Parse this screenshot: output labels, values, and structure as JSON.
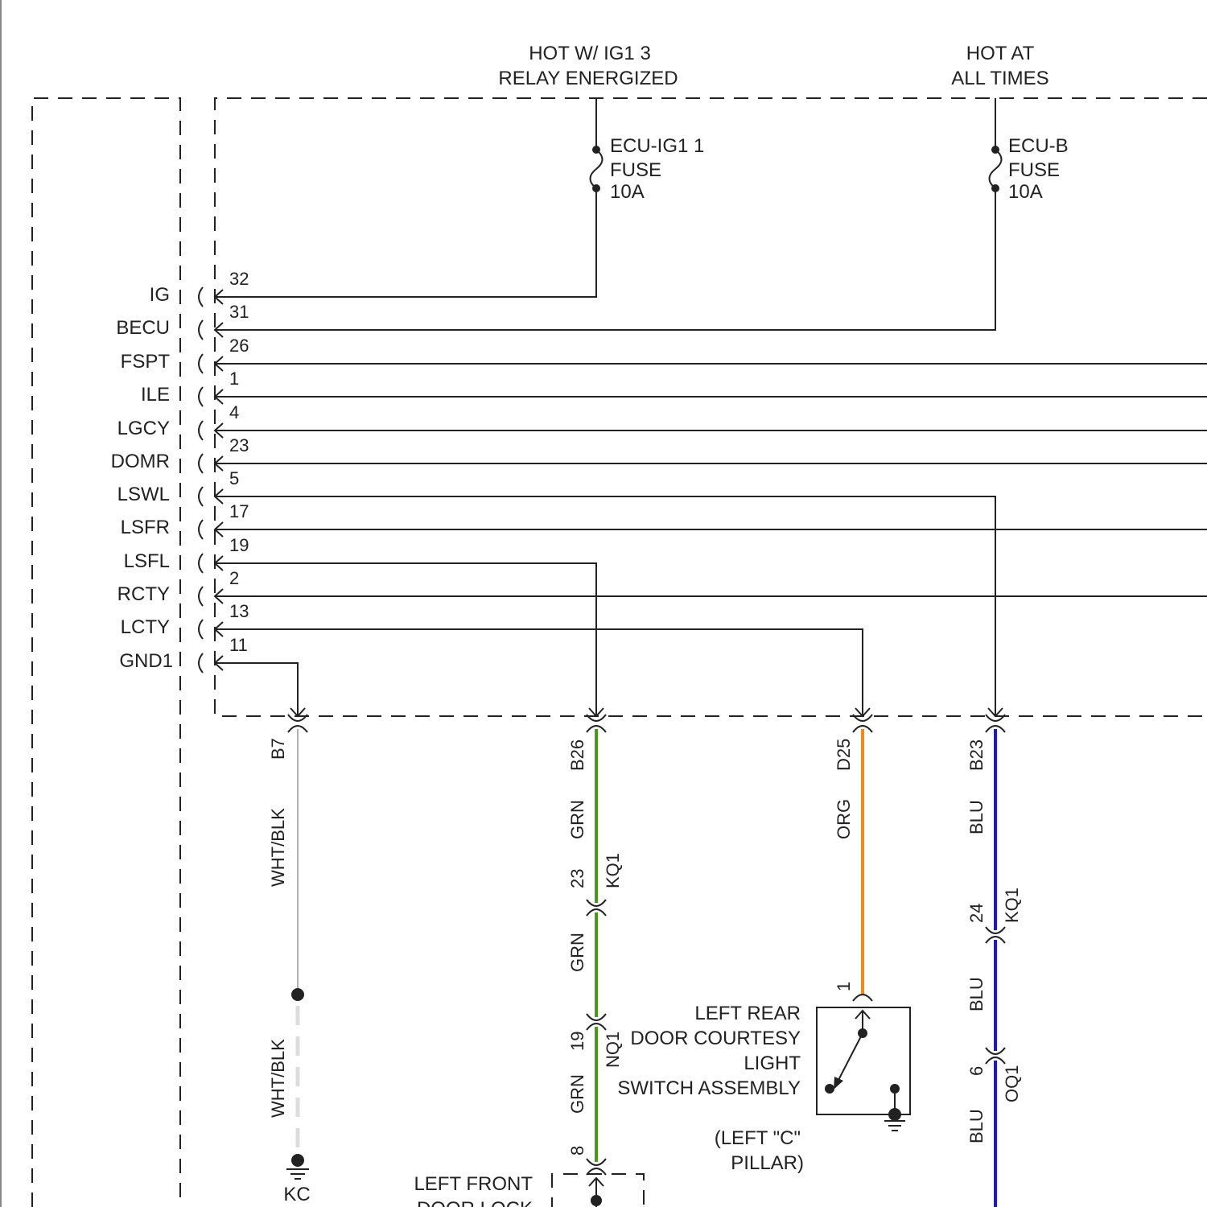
{
  "colors": {
    "line": "#222222",
    "wht_blk": "#b0b0b0",
    "grn": "#4a9a1a",
    "org": "#ee8a1e",
    "blu": "#1717d8"
  },
  "supplies": {
    "ig1_line1": "HOT W/ IG1 3",
    "ig1_line2": "RELAY ENERGIZED",
    "batt_line1": "HOT AT",
    "batt_line2": "ALL TIMES"
  },
  "fuses": {
    "ig1": {
      "name": "ECU-IG1 1",
      "kind": "FUSE",
      "rating": "10A"
    },
    "ecub": {
      "name": "ECU-B",
      "kind": "FUSE",
      "rating": "10A"
    }
  },
  "pins": [
    {
      "label": "IG",
      "num": "32"
    },
    {
      "label": "BECU",
      "num": "31"
    },
    {
      "label": "FSPT",
      "num": "26"
    },
    {
      "label": "ILE",
      "num": "1"
    },
    {
      "label": "LGCY",
      "num": "4"
    },
    {
      "label": "DOMR",
      "num": "23"
    },
    {
      "label": "LSWL",
      "num": "5"
    },
    {
      "label": "LSFR",
      "num": "17"
    },
    {
      "label": "LSFL",
      "num": "19"
    },
    {
      "label": "RCTY",
      "num": "2"
    },
    {
      "label": "LCTY",
      "num": "13"
    },
    {
      "label": "GND1",
      "num": "11"
    }
  ],
  "wires": {
    "b7": {
      "connector": "B7",
      "color1": "WHT/BLK",
      "color2": "WHT/BLK",
      "ground": "KC"
    },
    "b26": {
      "connector": "B26",
      "color1": "GRN",
      "color2": "GRN",
      "color3": "GRN",
      "kq1_pin": "23",
      "kq1": "KQ1",
      "nq1_pin": "19",
      "nq1": "NQ1",
      "end_pin": "8"
    },
    "d25": {
      "connector": "D25",
      "color": "ORG",
      "switch_pin": "1"
    },
    "b23": {
      "connector": "B23",
      "color1": "BLU",
      "color2": "BLU",
      "color3": "BLU",
      "kq1_pin": "24",
      "kq1": "KQ1",
      "oq1_pin": "6",
      "oq1": "OQ1"
    }
  },
  "switch_assembly": {
    "line1": "LEFT REAR",
    "line2": "DOOR COURTESY",
    "line3": "LIGHT",
    "line4": "SWITCH ASSEMBLY",
    "loc1": "(LEFT \"C\"",
    "loc2": "PILLAR)"
  },
  "front_lock": {
    "line1": "LEFT FRONT",
    "line2": "DOOR LOCK"
  }
}
